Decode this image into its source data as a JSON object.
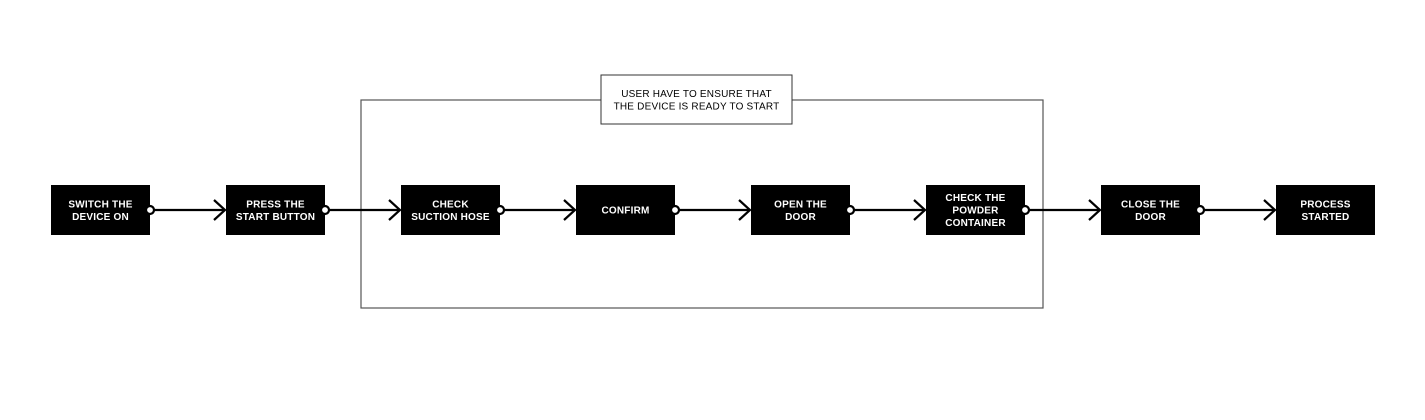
{
  "group": {
    "label_lines": [
      "USER HAVE TO ENSURE THAT",
      "THE DEVICE IS READY TO START"
    ]
  },
  "steps": [
    {
      "label_lines": [
        "SWITCH THE",
        "DEVICE ON"
      ]
    },
    {
      "label_lines": [
        "PRESS THE",
        "START BUTTON"
      ]
    },
    {
      "label_lines": [
        "CHECK",
        "SUCTION HOSE"
      ]
    },
    {
      "label_lines": [
        "CONFIRM"
      ]
    },
    {
      "label_lines": [
        "OPEN THE",
        "DOOR"
      ]
    },
    {
      "label_lines": [
        "CHECK THE",
        "POWDER",
        "CONTAINER"
      ]
    },
    {
      "label_lines": [
        "CLOSE THE",
        "DOOR"
      ]
    },
    {
      "label_lines": [
        "PROCESS",
        "STARTED"
      ]
    }
  ],
  "colors": {
    "box_fill": "#000000",
    "box_text": "#ffffff",
    "line": "#000000",
    "connector_dot_fill": "#ffffff",
    "group_border": "#555555"
  }
}
